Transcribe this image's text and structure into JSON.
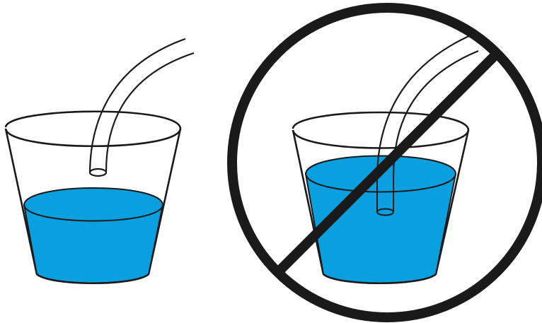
{
  "colors": {
    "water": "#0a9fdf",
    "outline": "#1a1a1a",
    "background": "#ffffff",
    "prohibition": "#1a1a1a"
  },
  "panels": [
    {
      "label": "",
      "state": "correct",
      "tube_position": "above-water",
      "cup_fill_level": 0.45
    },
    {
      "label": "",
      "state": "incorrect",
      "tube_position": "submerged",
      "cup_fill_level": 0.7
    }
  ],
  "icons": [
    "cup-icon",
    "tube-icon",
    "prohibition-icon"
  ]
}
